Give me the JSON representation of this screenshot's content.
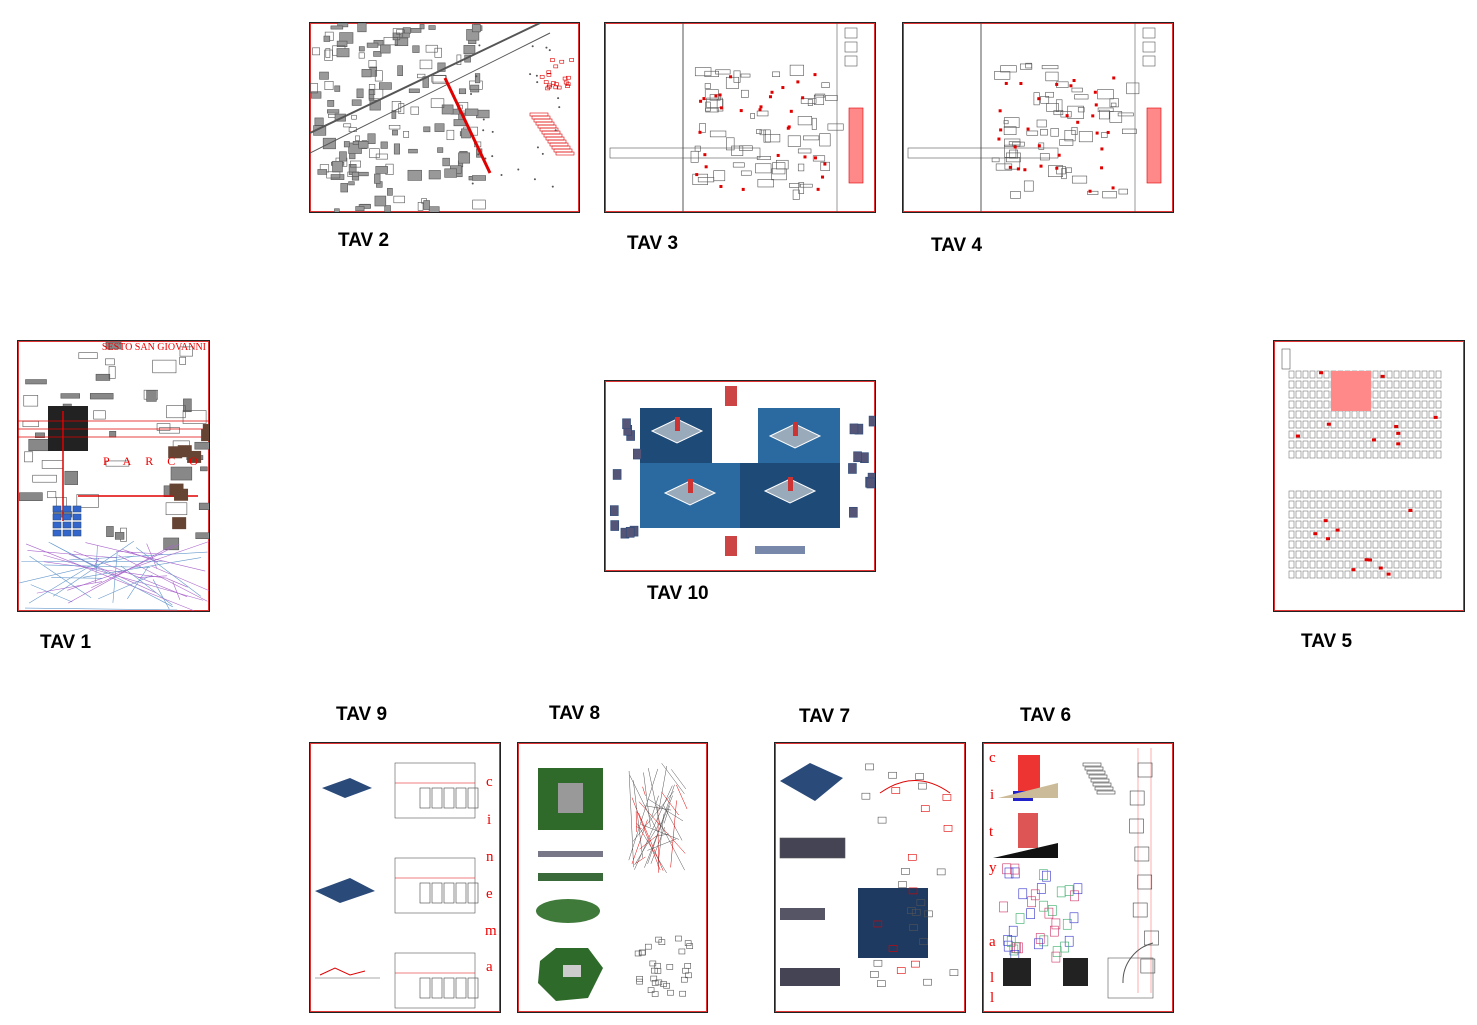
{
  "boards": {
    "tav1": {
      "label": "TAV 1",
      "title": "SESTO SAN GIOVANNI",
      "word": "PARCO"
    },
    "tav2": {
      "label": "TAV 2"
    },
    "tav3": {
      "label": "TAV 3"
    },
    "tav4": {
      "label": "TAV 4"
    },
    "tav5": {
      "label": "TAV 5"
    },
    "tav6": {
      "label": "TAV 6",
      "letters": [
        "c",
        "i",
        "t",
        "y",
        "a",
        "l",
        "l"
      ]
    },
    "tav7": {
      "label": "TAV 7"
    },
    "tav8": {
      "label": "TAV 8"
    },
    "tav9": {
      "label": "TAV 9",
      "letters": [
        "c",
        "i",
        "n",
        "e",
        "m",
        "a"
      ]
    },
    "tav10": {
      "label": "TAV 10"
    }
  },
  "colors": {
    "accent": "#e00000",
    "drawing": "#555555",
    "render": "#2a4a7a"
  }
}
